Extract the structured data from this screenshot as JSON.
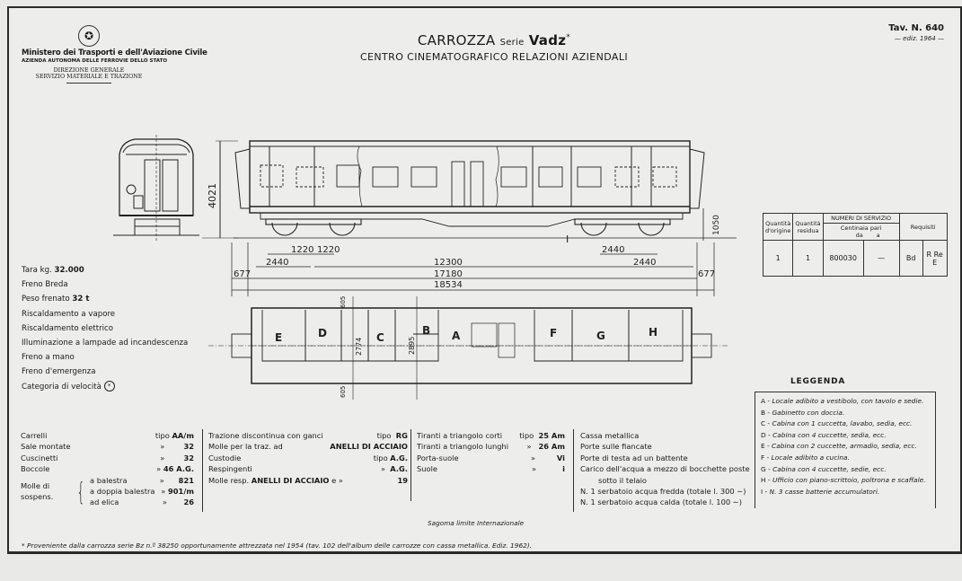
{
  "header": {
    "ministry": {
      "line1": "Ministero dei Trasporti e dell'Aviazione Civile",
      "line2": "AZIENDA AUTONOMA DELLE FERROVIE DELLO STATO",
      "line3": "DIREZIONE GENERALE",
      "line4": "SERVIZIO MATERIALE E TRAZIONE",
      "emblem_icon": "italian-republic-emblem-icon"
    },
    "title": {
      "prefix": "CARROZZA",
      "serie_label": "Serie",
      "serie_value": "Vadz",
      "asterisk": "*",
      "subtitle": "CENTRO CINEMATOGRAFICO RELAZIONI AZIENDALI"
    },
    "tavola": {
      "number": "Tav. N. 640",
      "edition": "— ediz. 1964 —"
    }
  },
  "drawing": {
    "dimensions": {
      "height_total": "4021",
      "floor_height": "1050",
      "bogie_half_left_a": "1220",
      "bogie_half_left_b": "1220",
      "bogie_wheelbase_left": "2440",
      "bogie_wheelbase_right_upper": "2440",
      "bogie_wheelbase_right_lower": "2440",
      "bogie_centers": "12300",
      "body_length": "17180",
      "overhang_left": "677",
      "overhang_right": "677",
      "length_over_buffers": "18534",
      "plan_width_inner": "2774",
      "plan_width_offset": "2895",
      "plan_margin_top": "605",
      "plan_margin_bottom": "605",
      "battery_marker": "I"
    },
    "rooms": [
      "E",
      "D",
      "C",
      "B",
      "A",
      "F",
      "G",
      "H"
    ]
  },
  "service_table": {
    "headers": {
      "qty_origin": [
        "Quantità",
        "d'origine"
      ],
      "qty_residual": [
        "Quantità",
        "residua"
      ],
      "service_numbers": "NUMERI DI SERVIZIO",
      "centinaia": "Centinaia pari",
      "from": "da",
      "to": "a",
      "requisiti": "Requisiti"
    },
    "row": {
      "qty_origin": "1",
      "qty_residual": "1",
      "from": "800030",
      "to": "—",
      "req1": "Bd",
      "req2": "R Re E"
    }
  },
  "specs": [
    {
      "label": "Tara kg.",
      "value": "32.000"
    },
    {
      "label": "Freno Breda",
      "value": ""
    },
    {
      "label": "Peso frenato",
      "value": "32 t"
    },
    {
      "label": "Riscaldamento a vapore",
      "value": ""
    },
    {
      "label": "Riscaldamento elettrico",
      "value": ""
    },
    {
      "label": "Illuminazione a lampade ad incandescenza",
      "value": ""
    },
    {
      "label": "Freno a mano",
      "value": ""
    },
    {
      "label": "Freno d'emergenza",
      "value": ""
    },
    {
      "label": "Categoria di velocità",
      "value": "*"
    }
  ],
  "components": {
    "col1": [
      {
        "label": "Carrelli",
        "key": "tipo",
        "value": "AA/m"
      },
      {
        "label": "Sale montate",
        "key": "»",
        "value": "32"
      },
      {
        "label": "Cuscinetti",
        "key": "»",
        "value": "32"
      },
      {
        "label": "Boccole",
        "key": "»",
        "value": "46 A.G."
      }
    ],
    "molle": {
      "label": "Molle di sospens.",
      "items": [
        {
          "label": "a balestra",
          "key": "»",
          "value": "821"
        },
        {
          "label": "a doppia balestra",
          "key": "»",
          "value": "901/m"
        },
        {
          "label": "ad elica",
          "key": "»",
          "value": "26"
        }
      ]
    },
    "col2": [
      {
        "label": "Trazione discontinua con ganci",
        "key": "tipo",
        "value": "RG"
      },
      {
        "label": "Molle per la traz. ad",
        "key": "",
        "value": "ANELLI DI ACCIAIO"
      },
      {
        "label": "Custodie",
        "key": "tipo",
        "value": "A.G."
      },
      {
        "label": "Respingenti",
        "key": "»",
        "value": "A.G."
      },
      {
        "label": "Molle resp.",
        "bold": "ANELLI DI ACCIAIO",
        "suffix": "e",
        "key": "»",
        "value": "19"
      }
    ],
    "col3": [
      {
        "label": "Tiranti a triangolo corti",
        "key": "tipo",
        "value": "25 Am"
      },
      {
        "label": "Tiranti a triangolo lunghi",
        "key": "»",
        "value": "26 Am"
      },
      {
        "label": "Porta-suole",
        "key": "»",
        "value": "Vi"
      },
      {
        "label": "Suole",
        "key": "»",
        "value": "i"
      }
    ],
    "col4": [
      "Cassa metallica",
      "Porte sulle fiancate",
      "Porte di testa ad un battente",
      "Carico dell'acqua a mezzo di bocchette poste",
      "sotto il telaio",
      "N. 1 serbatoio acqua fredda (totale l. 300 ∼)",
      "N. 1 serbatoio acqua calda (totale l. 100 ∼)"
    ]
  },
  "legend": {
    "title": "LEGGENDA",
    "items": [
      {
        "key": "A",
        "text": "Locale adibito a vestibolo, con tavolo e sedie."
      },
      {
        "key": "B",
        "text": "Gabinetto con doccia."
      },
      {
        "key": "C",
        "text": "Cabina con 1 cuccetta, lavabo, sedia, ecc."
      },
      {
        "key": "D",
        "text": "Cabina con 4 cuccette, sedia, ecc."
      },
      {
        "key": "E",
        "text": "Cabina con 2 cuccette, armadio, sedia, ecc."
      },
      {
        "key": "F",
        "text": "Locale adibito a cucina."
      },
      {
        "key": "G",
        "text": "Cabina con 4 cuccette, sedie, ecc."
      },
      {
        "key": "H",
        "text": "Ufficio con piano-scrittoio, poltrona e scaffale."
      },
      {
        "key": "I",
        "text": "N. 3 casse batterie accumulatori."
      }
    ]
  },
  "notes": {
    "sagoma": "Sagoma limite Internazionale",
    "footnote": "* Proveniente dalla carrozza serie Bz n.º 38250 opportunamente attrezzata nel 1954 (tav. 102 dell'album delle carrozze con cassa metallica. Ediz. 1962)."
  }
}
